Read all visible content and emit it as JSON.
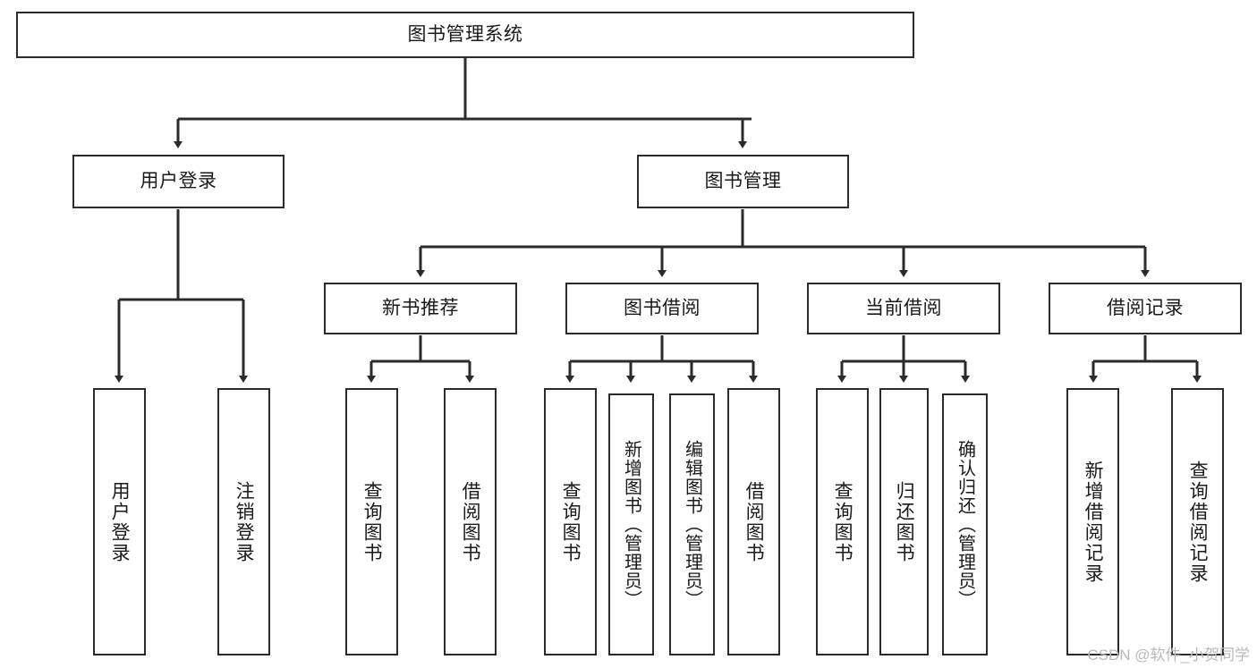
{
  "diagram": {
    "type": "tree-hierarchy-chart",
    "title": "图书管理系统",
    "background_color": "#ffffff",
    "box_border_color": "#2b2b2b",
    "text_color": "#1a1a1a",
    "connector_color": "#2b2b2b"
  },
  "root": {
    "label": "图书管理系统"
  },
  "level2": [
    {
      "label": "用户登录"
    },
    {
      "label": "图书管理"
    }
  ],
  "level3": [
    {
      "label": "新书推荐"
    },
    {
      "label": "图书借阅"
    },
    {
      "label": "当前借阅"
    },
    {
      "label": "借阅记录"
    }
  ],
  "leaves": {
    "user_login": [
      {
        "label": "用户登录"
      },
      {
        "label": "注销登录"
      }
    ],
    "new_book_recommend": [
      {
        "label": "查询图书"
      },
      {
        "label": "借阅图书"
      }
    ],
    "book_borrow": [
      {
        "label": "查询图书"
      },
      {
        "label": "新增图书（管理员）"
      },
      {
        "label": "编辑图书（管理员）"
      },
      {
        "label": "借阅图书"
      }
    ],
    "current_borrow": [
      {
        "label": "查询图书"
      },
      {
        "label": "归还图书"
      },
      {
        "label": "确认归还（管理员）"
      }
    ],
    "borrow_record": [
      {
        "label": "新增借阅记录"
      },
      {
        "label": "查询借阅记录"
      }
    ]
  },
  "watermark": {
    "text": "CSDN @软件_小贺同学"
  },
  "chart_data": {
    "type": "table",
    "title": "图书管理系统",
    "nodes": [
      {
        "id": "root",
        "label": "图书管理系统",
        "level": 0,
        "parent": null
      },
      {
        "id": "n-user-login",
        "label": "用户登录",
        "level": 1,
        "parent": "root"
      },
      {
        "id": "n-book-manage",
        "label": "图书管理",
        "level": 1,
        "parent": "root"
      },
      {
        "id": "n-user-login-leaf",
        "label": "用户登录",
        "level": 2,
        "parent": "n-user-login"
      },
      {
        "id": "n-logout-leaf",
        "label": "注销登录",
        "level": 2,
        "parent": "n-user-login"
      },
      {
        "id": "n-new-book",
        "label": "新书推荐",
        "level": 2,
        "parent": "n-book-manage"
      },
      {
        "id": "n-book-borrow",
        "label": "图书借阅",
        "level": 2,
        "parent": "n-book-manage"
      },
      {
        "id": "n-current-borrow",
        "label": "当前借阅",
        "level": 2,
        "parent": "n-book-manage"
      },
      {
        "id": "n-borrow-record",
        "label": "借阅记录",
        "level": 2,
        "parent": "n-book-manage"
      },
      {
        "id": "n-nb-query",
        "label": "查询图书",
        "level": 3,
        "parent": "n-new-book"
      },
      {
        "id": "n-nb-borrow",
        "label": "借阅图书",
        "level": 3,
        "parent": "n-new-book"
      },
      {
        "id": "n-bb-query",
        "label": "查询图书",
        "level": 3,
        "parent": "n-book-borrow"
      },
      {
        "id": "n-bb-add",
        "label": "新增图书（管理员）",
        "level": 3,
        "parent": "n-book-borrow"
      },
      {
        "id": "n-bb-edit",
        "label": "编辑图书（管理员）",
        "level": 3,
        "parent": "n-book-borrow"
      },
      {
        "id": "n-bb-borrow",
        "label": "借阅图书",
        "level": 3,
        "parent": "n-book-borrow"
      },
      {
        "id": "n-cb-query",
        "label": "查询图书",
        "level": 3,
        "parent": "n-current-borrow"
      },
      {
        "id": "n-cb-return",
        "label": "归还图书",
        "level": 3,
        "parent": "n-current-borrow"
      },
      {
        "id": "n-cb-confirm",
        "label": "确认归还（管理员）",
        "level": 3,
        "parent": "n-current-borrow"
      },
      {
        "id": "n-br-add",
        "label": "新增借阅记录",
        "level": 3,
        "parent": "n-borrow-record"
      },
      {
        "id": "n-br-query",
        "label": "查询借阅记录",
        "level": 3,
        "parent": "n-borrow-record"
      }
    ]
  }
}
